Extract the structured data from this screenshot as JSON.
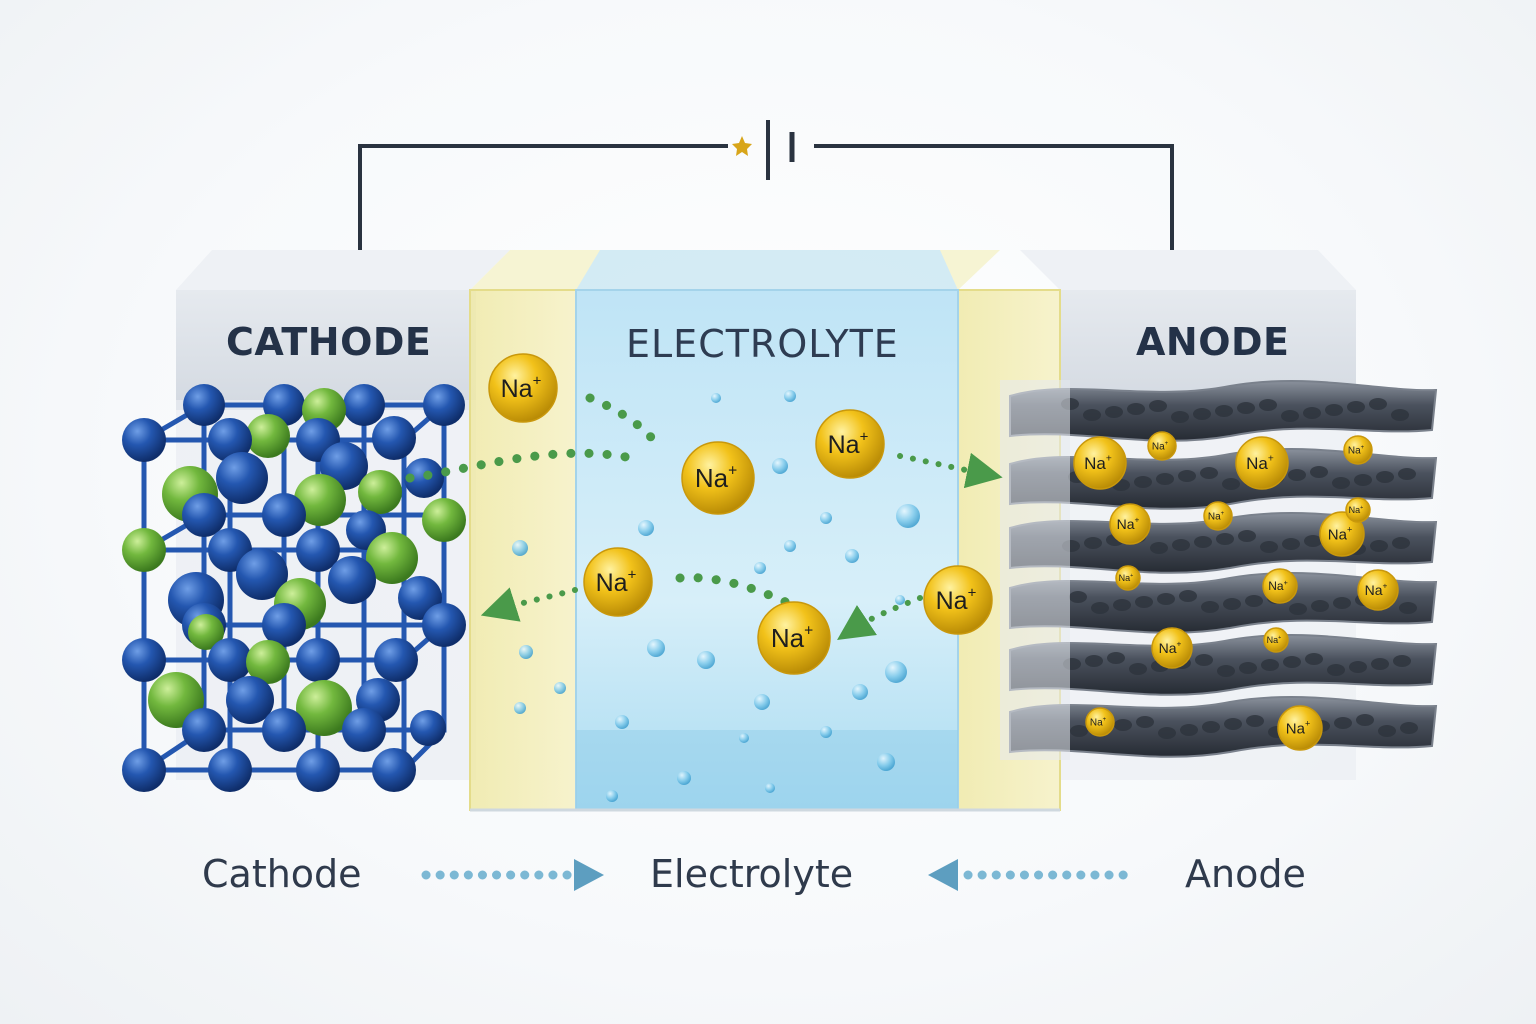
{
  "cell": {
    "cathode_title": "CATHODE",
    "electrolyte_title": "ELECTROLYTE",
    "anode_title": "ANODE"
  },
  "ion_label": "Na",
  "ion_charge": "+",
  "flow": {
    "cathode": "Cathode",
    "electrolyte": "Electrolyte",
    "anode": "Anode"
  },
  "colors": {
    "cathode_blue": "#1f4e9c",
    "cathode_green": "#6cb33f",
    "electrolyte": "#cfe9f6",
    "separator": "#f3eeb4",
    "ion_gold": "#f0c419",
    "anode_graphite": "#3f4652",
    "arrow_green": "#4a9a4a",
    "arrow_blue": "#7cb8d4",
    "wire": "#2a3340"
  },
  "icons": {
    "battery": "battery-symbol-icon",
    "arrow": "dotted-arrow-icon"
  }
}
